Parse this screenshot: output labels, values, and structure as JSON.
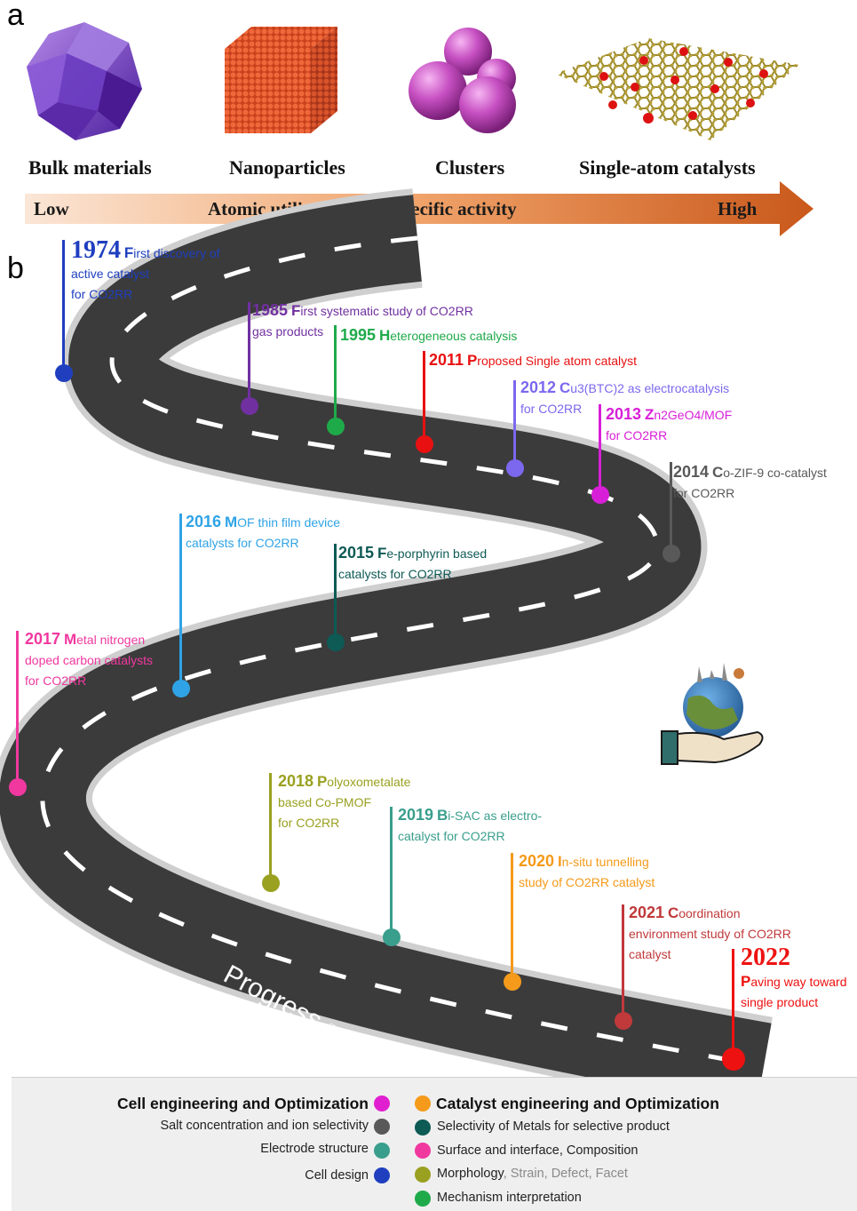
{
  "panel_a": {
    "letter": "a",
    "materials": [
      "Bulk materials",
      "Nanoparticles",
      "Clusters",
      "Single-atom catalysts"
    ],
    "arrow": {
      "low": "Low",
      "center": "Atomic utilization and Specific activity",
      "high": "High"
    }
  },
  "panel_b": {
    "letter": "b",
    "road_text": {
      "word": "Progress",
      "year": "2022"
    },
    "events": [
      {
        "year": "1974",
        "initial": "F",
        "lines": [
          "irst discovery of",
          "active catalyst",
          "for CO2RR"
        ],
        "color": "#1f3fbf"
      },
      {
        "year": "1985",
        "initial": "F",
        "lines": [
          "irst systematic study of CO2RR",
          "gas products"
        ],
        "color": "#7030a0"
      },
      {
        "year": "1995",
        "initial": "H",
        "lines": [
          "eterogeneous catalysis"
        ],
        "color": "#1faa4a"
      },
      {
        "year": "2011",
        "initial": "P",
        "lines": [
          "roposed Single atom catalyst"
        ],
        "color": "#e81010"
      },
      {
        "year": "2012",
        "initial": "C",
        "lines": [
          "u3(BTC)2 as electrocatalysis",
          "for CO2RR"
        ],
        "color": "#7b68ee"
      },
      {
        "year": "2013",
        "initial": "Z",
        "lines": [
          "n2GeO4/MOF",
          "for CO2RR"
        ],
        "color": "#d81fd8"
      },
      {
        "year": "2014",
        "initial": "C",
        "lines": [
          "o-ZIF-9 co-catalyst",
          "for CO2RR"
        ],
        "color": "#595959"
      },
      {
        "year": "2015",
        "initial": "F",
        "lines": [
          "e-porphyrin based",
          "catalysts for CO2RR"
        ],
        "color": "#0e5a55"
      },
      {
        "year": "2016",
        "initial": "M",
        "lines": [
          "OF thin film device",
          "catalysts for CO2RR"
        ],
        "color": "#2fa3e6"
      },
      {
        "year": "2017",
        "initial": "M",
        "lines": [
          "etal nitrogen",
          "doped carbon catalysts",
          "for CO2RR"
        ],
        "color": "#f0389f"
      },
      {
        "year": "2018",
        "initial": "P",
        "lines": [
          "olyoxometalate",
          "based Co-PMOF",
          "for CO2RR"
        ],
        "color": "#9aa020"
      },
      {
        "year": "2019",
        "initial": "B",
        "lines": [
          "i-SAC as electro-",
          "catalyst for CO2RR"
        ],
        "color": "#3a9e8c"
      },
      {
        "year": "2020",
        "initial": "I",
        "lines": [
          "n-situ tunnelling",
          "study of CO2RR catalyst"
        ],
        "color": "#f59a1a"
      },
      {
        "year": "2021",
        "initial": "C",
        "lines": [
          "oordination",
          "environment study of CO2RR",
          "catalyst"
        ],
        "color": "#c0393b"
      },
      {
        "year": "2022",
        "initial": "P",
        "lines": [
          "aving way toward",
          "single product"
        ],
        "color": "#ee1111"
      }
    ]
  },
  "legend": {
    "left_heading": "Cell engineering and Optimization",
    "left_heading_color": "#e020d0",
    "left_items": [
      {
        "label": "Salt concentration and ion selectivity",
        "color": "#595959"
      },
      {
        "label": "Electrode structure",
        "color": "#3a9e8c"
      },
      {
        "label": "Cell design",
        "color": "#1f3fbf"
      }
    ],
    "right_heading": "Catalyst engineering and Optimization",
    "right_heading_color": "#f59a1a",
    "right_items": [
      {
        "label": "Selectivity of Metals for selective product",
        "extra": "",
        "color": "#0e5a55"
      },
      {
        "label": "Surface and interface",
        "extra": ", Composition",
        "color": "#f0389f"
      },
      {
        "label": "Morphology",
        "extra": ", Strain, Defect, Facet",
        "color": "#9aa020"
      },
      {
        "label": "Mechanism interpretation",
        "extra": "",
        "color": "#1faa4a"
      }
    ]
  }
}
